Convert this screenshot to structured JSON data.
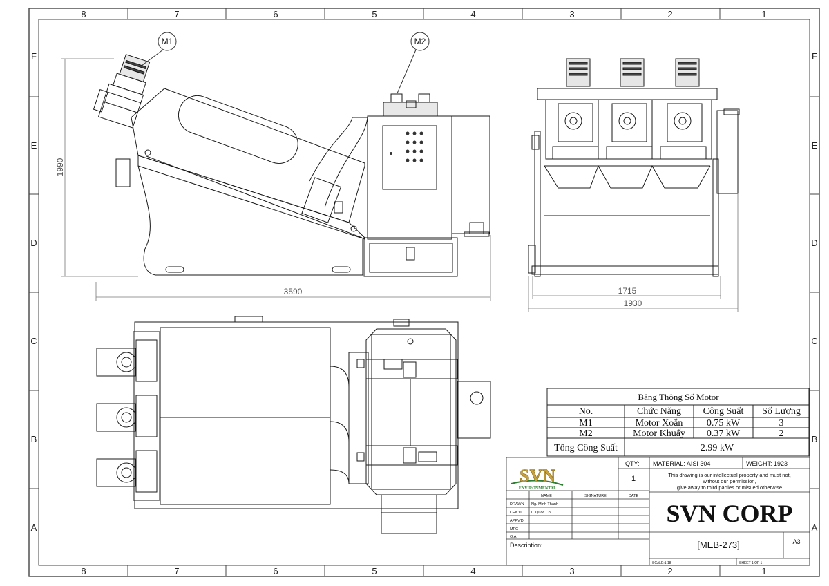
{
  "zones": {
    "columns": [
      "8",
      "7",
      "6",
      "5",
      "4",
      "3",
      "2",
      "1"
    ],
    "rows": [
      "F",
      "E",
      "D",
      "C",
      "B",
      "A"
    ]
  },
  "balloons": {
    "m1": "M1",
    "m2": "M2"
  },
  "dimensions": {
    "height": "1990",
    "length": "3590",
    "inner_width": "1715",
    "outer_width": "1930"
  },
  "motor_table": {
    "title": "Bảng Thông Số Motor",
    "headers": [
      "No.",
      "Chức Năng",
      "Công Suất",
      "Số Lượng"
    ],
    "rows": [
      [
        "M1",
        "Motor Xoắn",
        "0.75 kW",
        "3"
      ],
      [
        "M2",
        "Motor Khuấy",
        "0.37 kW",
        "2"
      ]
    ],
    "total_label": "Tổng Công Suất",
    "total_value": "2.99 kW"
  },
  "title_block": {
    "logo_text": "SVN",
    "logo_sub": "ENVIRONMENTAL",
    "qty_label": "QTY:",
    "qty_value": "1",
    "material": "MATERIAL: AISI 304",
    "weight": "WEIGHT: 1923",
    "notice_1": "This drawing is our intellectual property and must not,",
    "notice_2": "without our permission,",
    "notice_3": "give away to third parties or misued otherwise",
    "col_name": "NAME",
    "col_signature": "SIGNATURE",
    "col_date": "DATE",
    "roles": [
      "DRAWN",
      "CHK'D",
      "APPV'D",
      "MFG",
      "Q.A"
    ],
    "names": [
      "Ng. Minh Thanh",
      "L. Quoc Chi",
      "",
      "",
      ""
    ],
    "company": "SVN CORP",
    "description_label": "Description:",
    "drawing_no": "[MEB-273]",
    "size": "A3",
    "scale": "SCALE:1:18",
    "sheet": "SHEET 1 OF 1"
  },
  "colors": {
    "line": "#1a1a1a",
    "border": "#444444",
    "dim": "#777777",
    "logo_gold": "#c8a23a",
    "logo_green": "#2e7d32"
  }
}
